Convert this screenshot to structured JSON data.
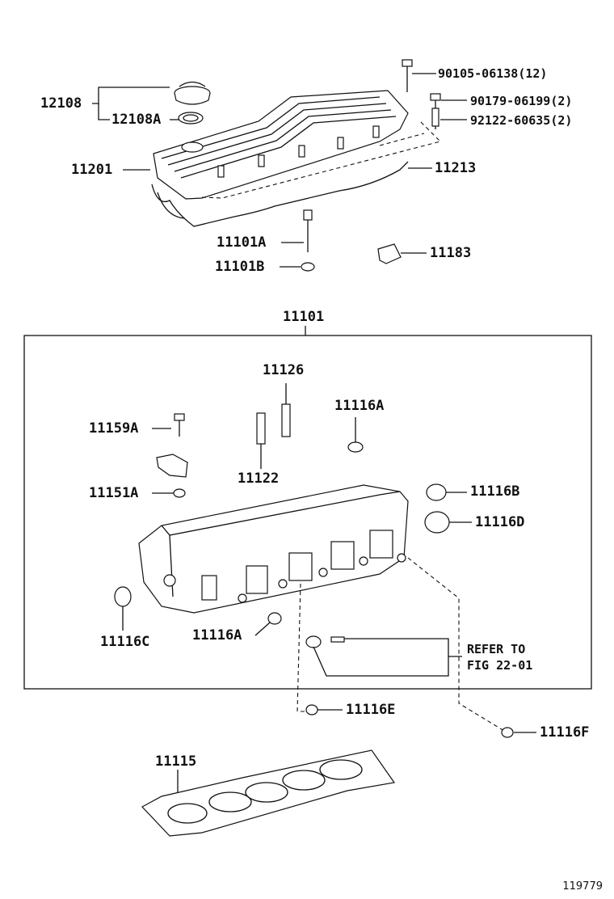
{
  "labels": {
    "p12108": "12108",
    "p12108a": "12108A",
    "p90105": "90105-06138(12)",
    "p90179": "90179-06199(2)",
    "p92122": "92122-60635(2)",
    "p11201": "11201",
    "p11213": "11213",
    "p11101a": "11101A",
    "p11101b": "11101B",
    "p11183": "11183",
    "p11101": "11101",
    "p11126": "11126",
    "p11116a_top": "11116A",
    "p11159a": "11159A",
    "p11122": "11122",
    "p11151a": "11151A",
    "p11116b": "11116B",
    "p11116d": "11116D",
    "p11116c": "11116C",
    "p11116a_bot": "11116A",
    "refer_line1": "REFER TO",
    "refer_line2": "FIG 22-01",
    "p11116e": "11116E",
    "p11116f": "11116F",
    "p11115": "11115"
  },
  "figure_number": "119779"
}
